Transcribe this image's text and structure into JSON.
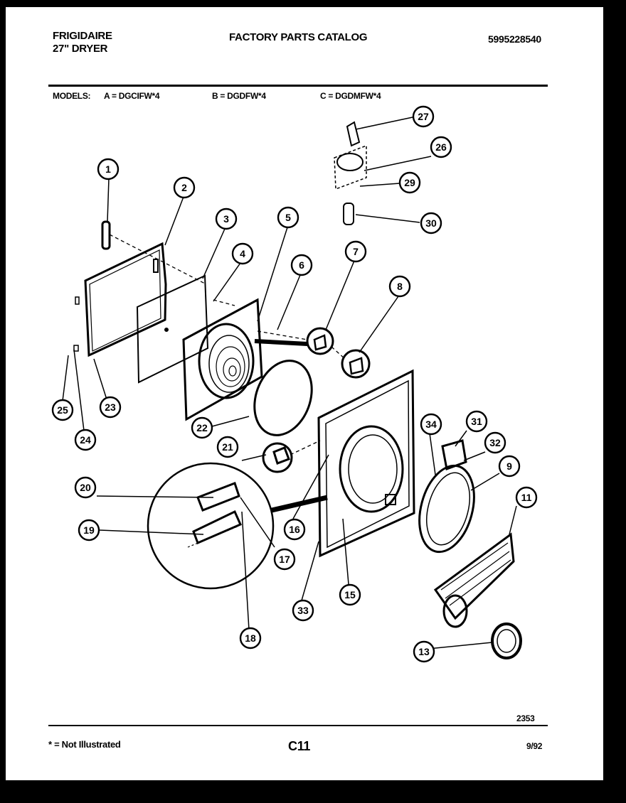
{
  "header": {
    "brand": "FRIGIDAIRE",
    "product": "27\" DRYER",
    "title": "FACTORY PARTS CATALOG",
    "part_number": "5995228540"
  },
  "models": {
    "label": "MODELS:",
    "a": "A = DGCIFW*4",
    "b": "B = DGDFW*4",
    "c": "C = DGDMFW*4"
  },
  "diagram": {
    "callouts": [
      "1",
      "2",
      "3",
      "4",
      "5",
      "6",
      "7",
      "8",
      "9",
      "11",
      "13",
      "15",
      "16",
      "17",
      "18",
      "19",
      "20",
      "21",
      "22",
      "23",
      "24",
      "25",
      "26",
      "27",
      "29",
      "30",
      "31",
      "32",
      "33",
      "34"
    ],
    "figure_number": "2353"
  },
  "footer": {
    "legend": "* = Not Illustrated",
    "page_code": "C11",
    "date": "9/92"
  },
  "colors": {
    "page": "#ffffff",
    "ink": "#000000",
    "frame": "#000000"
  }
}
